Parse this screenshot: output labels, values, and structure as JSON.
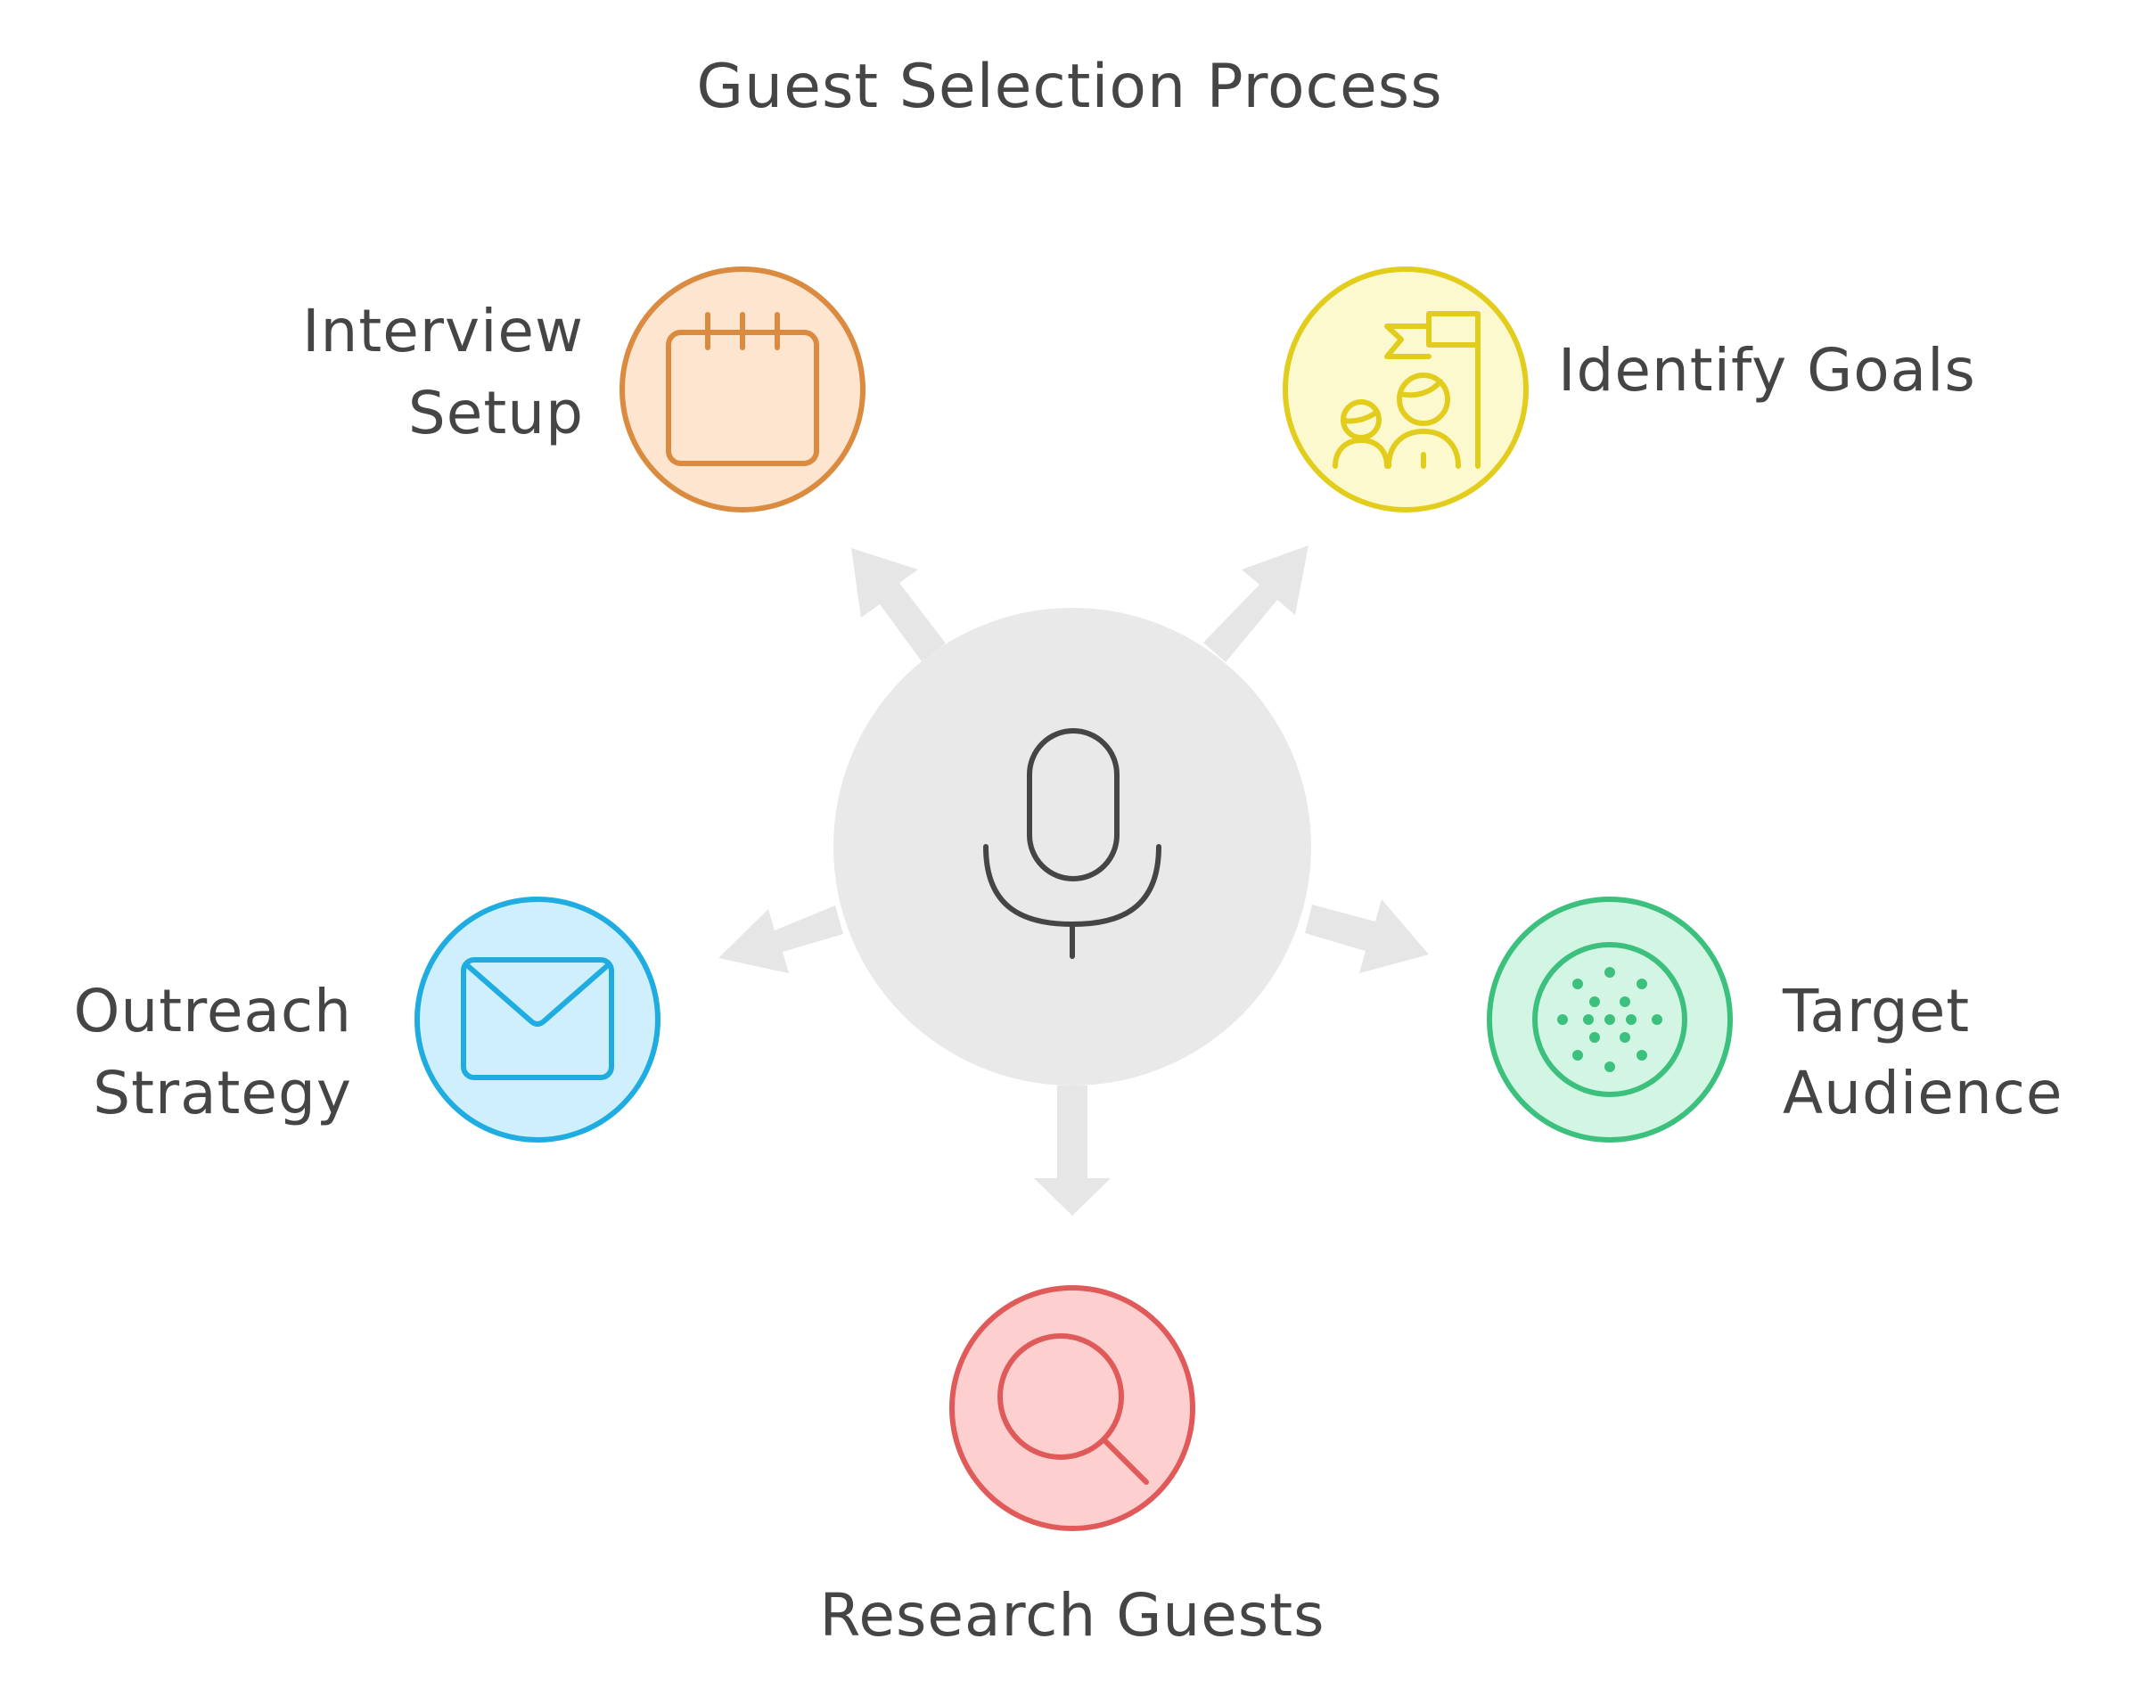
{
  "diagram": {
    "title": "Guest Selection Process",
    "colors": {
      "hub_fill": "#e9e9e9",
      "hub_icon": "#454545",
      "arrow": "#e6e6e6",
      "text": "#454545"
    },
    "hub": {
      "icon": "microphone-icon"
    },
    "nodes": [
      {
        "id": "interview-setup",
        "label_lines": [
          "Interview",
          "Setup"
        ],
        "icon": "calendar-icon",
        "stroke": "#db8b3f",
        "fill": "#fde5cf"
      },
      {
        "id": "identify-goals",
        "label_lines": [
          "Identify Goals"
        ],
        "icon": "team-goal-flag-icon",
        "stroke": "#e3cd1c",
        "fill": "#fdf9cf"
      },
      {
        "id": "outreach-strategy",
        "label_lines": [
          "Outreach",
          "Strategy"
        ],
        "icon": "envelope-icon",
        "stroke": "#1fade1",
        "fill": "#cfeffc"
      },
      {
        "id": "target-audience",
        "label_lines": [
          "Target",
          "Audience"
        ],
        "icon": "audience-dots-icon",
        "stroke": "#3cc07e",
        "fill": "#d2f6e3"
      },
      {
        "id": "research-guests",
        "label_lines": [
          "Research Guests"
        ],
        "icon": "magnifier-icon",
        "stroke": "#e05a5a",
        "fill": "#fdd0cf"
      }
    ]
  }
}
